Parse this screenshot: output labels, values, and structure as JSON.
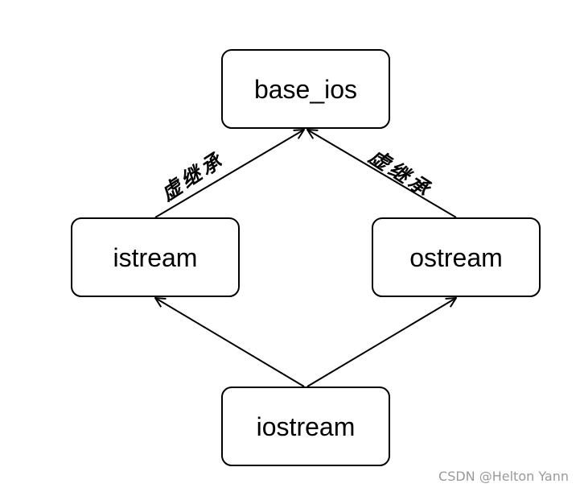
{
  "nodes": {
    "base_ios": "base_ios",
    "istream": "istream",
    "ostream": "ostream",
    "iostream": "iostream"
  },
  "edge_labels": {
    "istream_to_base_ios": "虚继承",
    "ostream_to_base_ios": "虚继承"
  },
  "watermark": "CSDN @Helton Yann",
  "colors": {
    "stroke": "#000000",
    "background": "#ffffff",
    "watermark": "#9a9a9a"
  }
}
